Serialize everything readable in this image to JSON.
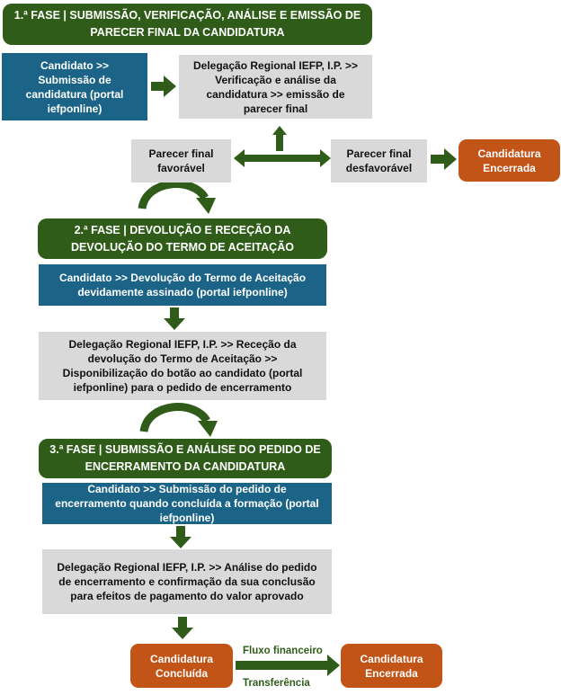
{
  "phase1": {
    "title": "1.ª FASE | SUBMISSÃO, VERIFICAÇÃO, ANÁLISE E EMISSÃO DE PARECER FINAL DA CANDIDATURA",
    "candidate_step": "Candidato >> Submissão de candidatura (portal iefponline)",
    "delegation_step": "Delegação Regional IEFP, I.P. >> Verificação e análise da candidatura >> emissão de parecer final",
    "favorable": "Parecer final favorável",
    "unfavorable": "Parecer final desfavorável",
    "closed": "Candidatura Encerrada"
  },
  "phase2": {
    "title": "2.ª FASE | DEVOLUÇÃO E RECEÇÃO DA DEVOLUÇÃO DO TERMO DE ACEITAÇÃO",
    "candidate_step": "Candidato >> Devolução do Termo de Aceitação devidamente assinado (portal iefponline)",
    "delegation_step": "Delegação Regional IEFP, I.P. >> Receção da devolução do Termo de Aceitação >> Disponibilização do botão ao candidato (portal iefponline) para o pedido de encerramento"
  },
  "phase3": {
    "title": "3.ª FASE | SUBMISSÃO E ANÁLISE DO PEDIDO DE ENCERRAMENTO DA CANDIDATURA",
    "candidate_step": "Candidato >> Submissão do pedido de encerramento quando concluída a formação (portal iefponline)",
    "delegation_step": "Delegação Regional IEFP, I.P. >> Análise do pedido de encerramento e confirmação da sua conclusão para efeitos de pagamento do valor aprovado"
  },
  "final": {
    "concluded": "Candidatura Concluída",
    "financial_flow": "Fluxo financeiro",
    "transfer": "Transferência",
    "closed": "Candidatura Encerrada"
  },
  "colors": {
    "phase_green": "#2f5d19",
    "candidate_blue": "#1b6387",
    "delegation_grey": "#d9d9d9",
    "status_orange": "#c25418",
    "arrow_green": "#2f5d19"
  }
}
